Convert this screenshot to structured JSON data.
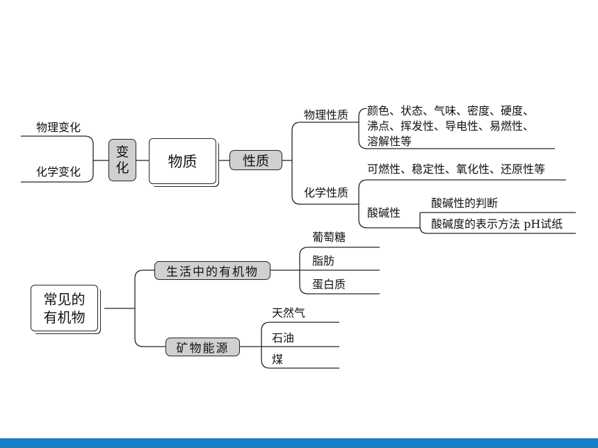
{
  "top_map": {
    "left_items": [
      "物理变化",
      "化学变化"
    ],
    "change_node": [
      "变",
      "化"
    ],
    "center_node": "物质",
    "property_node": "性质",
    "physical_label": "物理性质",
    "physical_lines": [
      "颜色、状态、气味、密度、硬度、",
      "沸点、挥发性、导电性、易燃性、",
      "溶解性等"
    ],
    "chemical_label": "化学性质",
    "chemical_line": "可燃性、稳定性、氧化性、还原性等",
    "acid_label": "酸碱性",
    "acid_items": [
      "酸碱性的判断",
      "酸碱度的表示方法  pH试纸"
    ]
  },
  "bottom_map": {
    "root": [
      "常见的",
      "有机物"
    ],
    "life_node": "生活中的有机物",
    "life_items": [
      "葡萄糖",
      "脂肪",
      "蛋白质"
    ],
    "mineral_node": "矿物能源",
    "mineral_items": [
      "天然气",
      "石油",
      "煤"
    ]
  },
  "colors": {
    "node_fill": "#d0d0d0",
    "bottom_bar": "#1b7fc6"
  }
}
